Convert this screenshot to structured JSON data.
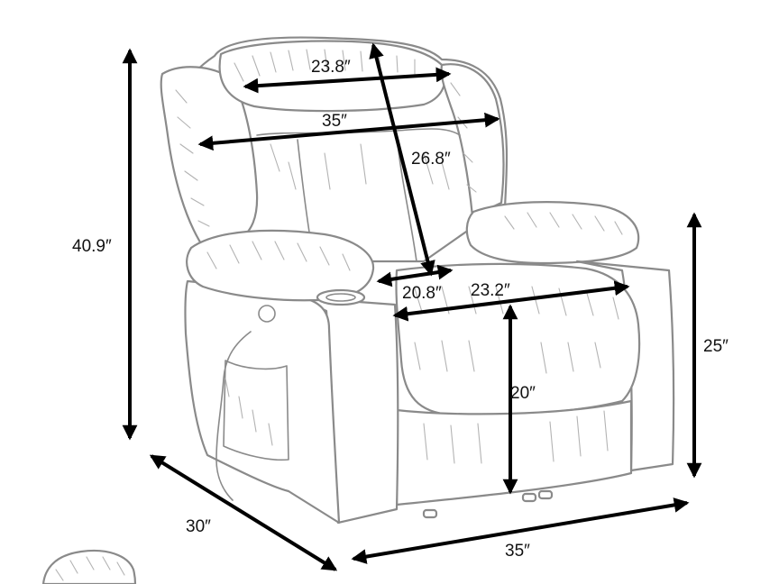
{
  "dimensions": {
    "headrest_width": "23.8″",
    "back_width": "35″",
    "back_height": "26.8″",
    "total_height": "40.9″",
    "seat_depth": "20.8″",
    "seat_width": "23.2″",
    "seat_height": "20″",
    "arm_height": "25″",
    "depth": "30″",
    "width": "35″"
  },
  "colors": {
    "sketch_line": "#8a8a8a",
    "arrow": "#000000",
    "background": "#ffffff"
  }
}
